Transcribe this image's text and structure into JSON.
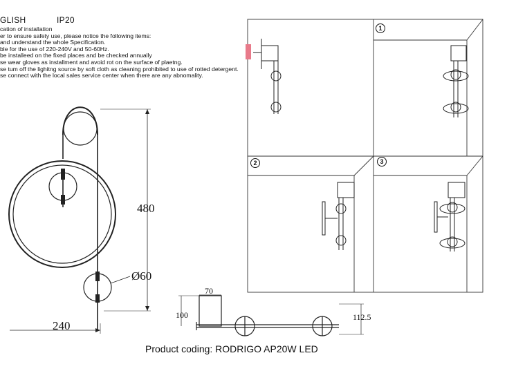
{
  "header": {
    "language": "GLISH",
    "ip_rating": "IP20"
  },
  "instructions": [
    "cation of installation",
    "er to ensure safety use, please notice the following items:",
    " and understand the whole Specification.",
    "ble for the use of 220-240V and 50-60Hz.",
    "be installeed on the fixed places and be checked annually",
    "se wear gloves as installment and avoid rot on the surface of plaetng.",
    "se tum off the lighitng source by soft cloth as cleaning prohibited to use of rotted detergent.",
    "se connect with the local sales service center when there are any abnomality."
  ],
  "dimensions": {
    "height": "480",
    "width": "240",
    "diameter": "Ø60",
    "side_depth": "70",
    "side_height": "100",
    "total_depth": "112.5"
  },
  "steps": [
    "1",
    "2",
    "3"
  ],
  "footer": {
    "product_coding": "Product coding: RODRIGO AP20W LED"
  }
}
